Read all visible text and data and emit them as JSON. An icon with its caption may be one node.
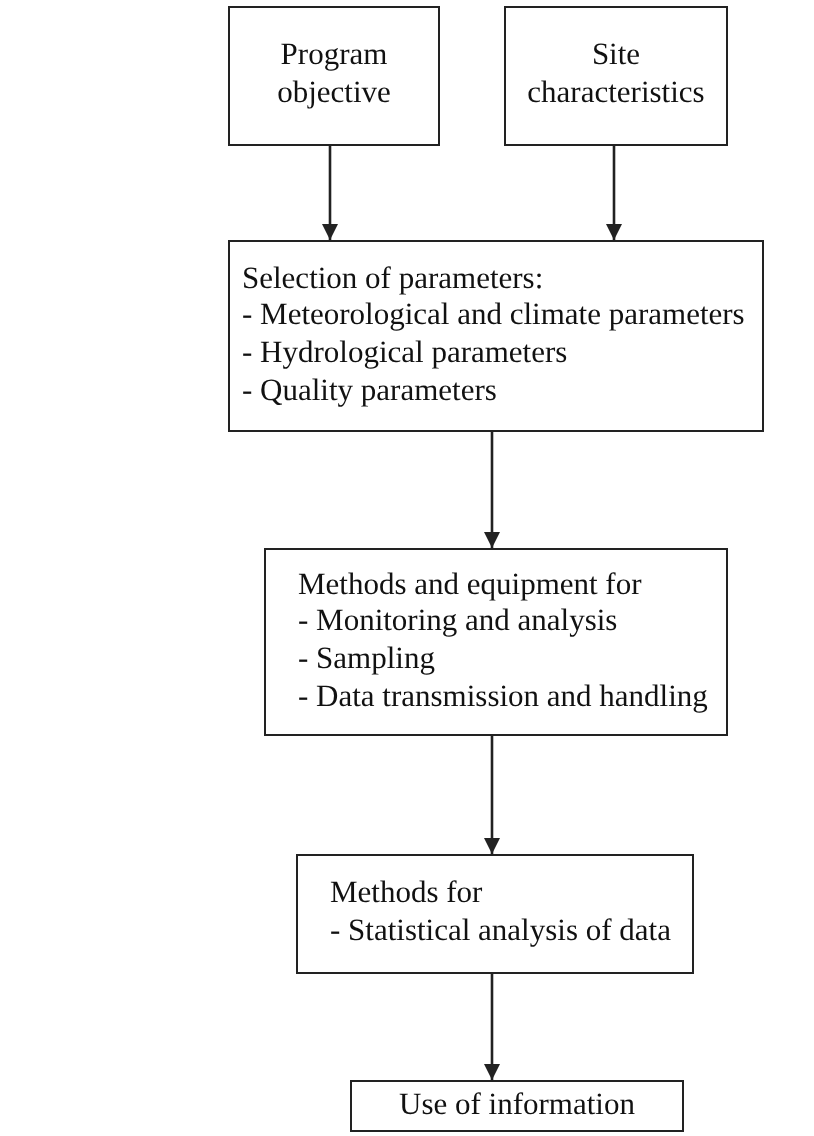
{
  "diagram": {
    "nodes": [
      {
        "text": [
          "Program objective"
        ]
      },
      {
        "text": [
          "Site characteristics"
        ]
      },
      {
        "text": [
          "Selection of parameters:",
          "- Meteorological and climate parameters",
          "- Hydrological parameters",
          "- Quality parameters"
        ]
      },
      {
        "text": [
          "Methods and equipment for",
          "- Monitoring and analysis",
          "- Sampling",
          "- Data transmission and handling"
        ]
      },
      {
        "text": [
          "Methods for",
          "- Statistical analysis of data"
        ]
      },
      {
        "text": [
          "Use of information"
        ]
      }
    ],
    "edges": [
      {
        "from": 0,
        "to": 2,
        "arrow": "to"
      },
      {
        "from": 1,
        "to": 2,
        "arrow": "to"
      },
      {
        "from": 2,
        "to": 3,
        "arrow": "to"
      },
      {
        "from": 3,
        "to": 4,
        "arrow": "to"
      },
      {
        "from": 4,
        "to": 5,
        "arrow": "to"
      }
    ]
  }
}
